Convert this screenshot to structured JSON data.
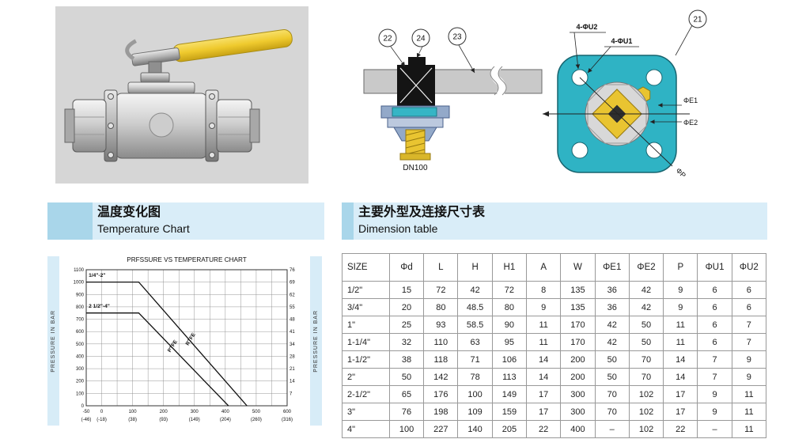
{
  "sections": {
    "left": {
      "title_zh": "温度变化图",
      "title_en": "Temperature Chart"
    },
    "right": {
      "title_zh": "主要外型及连接尺寸表",
      "title_en": "Dimension table"
    }
  },
  "diagrams": {
    "callout_22": "22",
    "callout_24": "24",
    "callout_23": "23",
    "callout_21": "21",
    "dn_label": "DN100",
    "label_4u2": "4-ΦU2",
    "label_4u1": "4-ΦU1",
    "label_e1": "ΦE1",
    "label_e2": "ΦE2",
    "label_p": "ΦP"
  },
  "chart_data": {
    "type": "line",
    "title": "PRFSSURE VS TEMPERATURE CHART",
    "ylabel_left": "PRESSURE IN BAR",
    "ylabel_right": "PRESSURE IN BAR",
    "xlim": [
      -50,
      600
    ],
    "ylim": [
      0,
      1100
    ],
    "grid": true,
    "x_ticks_f": [
      -50,
      0,
      100,
      200,
      300,
      400,
      500,
      600
    ],
    "x_ticks_c": [
      "(-46)",
      "(-18)",
      "(38)",
      "(93)",
      "(149)",
      "(204)",
      "(260)",
      "(316)"
    ],
    "y_ticks_left": [
      0,
      100,
      200,
      300,
      400,
      500,
      600,
      700,
      800,
      900,
      1000,
      1100
    ],
    "y_ticks_right": [
      7,
      14,
      21,
      28,
      34,
      41,
      48,
      55,
      62,
      69,
      76
    ],
    "series": [
      {
        "name": "1/4\"-2\" (RTFE)",
        "points": [
          [
            -50,
            1000
          ],
          [
            120,
            1000
          ],
          [
            470,
            0
          ]
        ]
      },
      {
        "name": "2 1/2\"-4\" (PTFE)",
        "points": [
          [
            -50,
            750
          ],
          [
            120,
            750
          ],
          [
            410,
            0
          ]
        ]
      }
    ],
    "annotations": [
      {
        "text": "1/4\"-2\"",
        "x": -42,
        "y": 1042,
        "rotate": 0
      },
      {
        "text": "2 1/2\"-4\"",
        "x": -42,
        "y": 792,
        "rotate": 0
      },
      {
        "text": "PTFE",
        "x": 222,
        "y": 430,
        "rotate": -58
      },
      {
        "text": "RTFE",
        "x": 280,
        "y": 485,
        "rotate": -58
      }
    ]
  },
  "table": {
    "headers": [
      "SIZE",
      "Φd",
      "L",
      "H",
      "H1",
      "A",
      "W",
      "ΦE1",
      "ΦE2",
      "P",
      "ΦU1",
      "ΦU2"
    ],
    "rows": [
      [
        "1/2\"",
        "15",
        "72",
        "42",
        "72",
        "8",
        "135",
        "36",
        "42",
        "9",
        "6",
        "6"
      ],
      [
        "3/4\"",
        "20",
        "80",
        "48.5",
        "80",
        "9",
        "135",
        "36",
        "42",
        "9",
        "6",
        "6"
      ],
      [
        "1\"",
        "25",
        "93",
        "58.5",
        "90",
        "11",
        "170",
        "42",
        "50",
        "11",
        "6",
        "7"
      ],
      [
        "1-1/4\"",
        "32",
        "110",
        "63",
        "95",
        "11",
        "170",
        "42",
        "50",
        "11",
        "6",
        "7"
      ],
      [
        "1-1/2\"",
        "38",
        "118",
        "71",
        "106",
        "14",
        "200",
        "50",
        "70",
        "14",
        "7",
        "9"
      ],
      [
        "2\"",
        "50",
        "142",
        "78",
        "113",
        "14",
        "200",
        "50",
        "70",
        "14",
        "7",
        "9"
      ],
      [
        "2-1/2\"",
        "65",
        "176",
        "100",
        "149",
        "17",
        "300",
        "70",
        "102",
        "17",
        "9",
        "11"
      ],
      [
        "3\"",
        "76",
        "198",
        "109",
        "159",
        "17",
        "300",
        "70",
        "102",
        "17",
        "9",
        "11"
      ],
      [
        "4\"",
        "100",
        "227",
        "140",
        "205",
        "22",
        "400",
        "–",
        "102",
        "22",
        "–",
        "11"
      ]
    ]
  },
  "colors": {
    "teal": "#2fb3c4",
    "yellow": "#e9c431",
    "banner_light": "#d9edf8",
    "banner_dark": "#a9d6ea",
    "photo_bg": "#d6d6d6"
  }
}
